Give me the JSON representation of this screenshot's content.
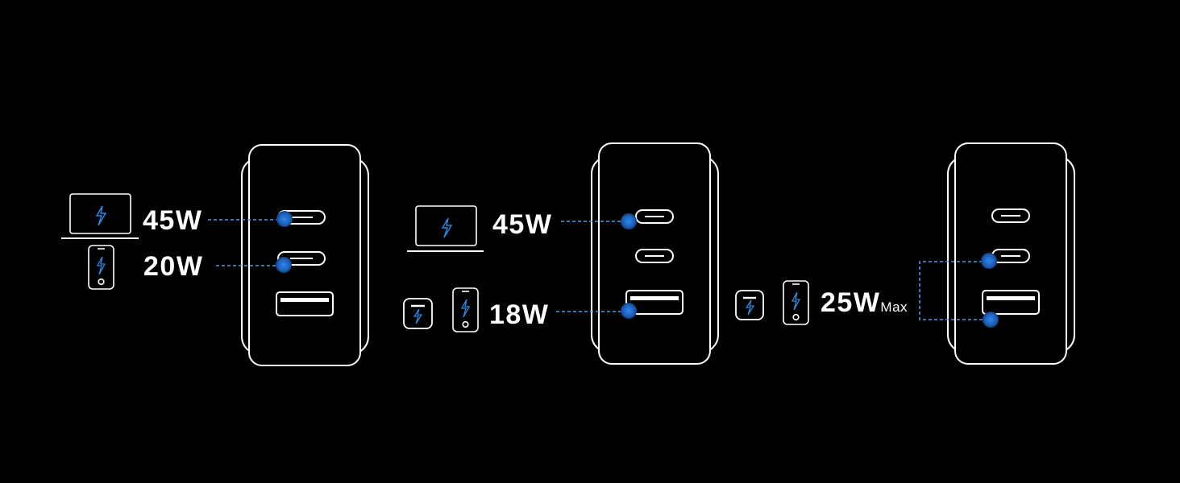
{
  "colors": {
    "background": "#000000",
    "outline": "#ffffff",
    "accent": "#1f74d6",
    "dash": "#5b96e6"
  },
  "scenarios": [
    {
      "name": "laptop-and-phone",
      "devices": [
        "laptop-icon",
        "phone-icon"
      ],
      "outputs": [
        {
          "watts": "45W",
          "port": "usb-c-1"
        },
        {
          "watts": "20W",
          "port": "usb-c-2"
        }
      ]
    },
    {
      "name": "laptop-and-adapter-phone",
      "devices": [
        "laptop-icon",
        "adapter-icon",
        "phone-icon"
      ],
      "outputs": [
        {
          "watts": "45W",
          "port": "usb-c-1"
        },
        {
          "watts": "18W",
          "port": "usb-a"
        }
      ]
    },
    {
      "name": "adapter-and-phone-max",
      "devices": [
        "adapter-icon",
        "phone-icon"
      ],
      "outputs": [
        {
          "watts": "25W",
          "suffix": "Max",
          "port": "usb-c-2 or usb-a"
        }
      ]
    }
  ]
}
